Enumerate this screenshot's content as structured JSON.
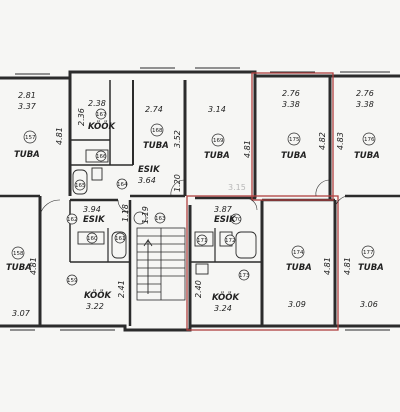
{
  "rooms": {
    "r_top1_dim": "2.81",
    "r_top1_dim2": "3.37",
    "r_top1_side": "4.81",
    "r_top1_name": "TUBA",
    "r_top1_id": "157",
    "r_kitchen1_dim": "2.38",
    "r_kitchen1_side": "2.36",
    "r_kitchen1_id": "167",
    "r_kitchen1_name": "KÖÖK",
    "r_kitchen1_wc": "166",
    "r_kitchen1_bath": "165",
    "r_top3_dim": "2.74",
    "r_top3_side": "3.52",
    "r_top3_name": "TUBA",
    "r_top3_id": "168",
    "r_top4_dim": "3.14",
    "r_top4_side": "4.81",
    "r_top4_name": "TUBA",
    "r_top4_id": "169",
    "r_top5_dim": "2.76",
    "r_top5_dim2": "3.38",
    "r_top5_side": "4.82",
    "r_top5_name": "TUBA",
    "r_top5_id": "175",
    "r_top6_dim": "2.76",
    "r_top6_dim2": "3.38",
    "r_top6_side": "4.83",
    "r_top6_name": "TUBA",
    "r_top6_id": "176",
    "hall1_id": "164",
    "hall1_name": "ESIK",
    "hall1_dim": "3.64",
    "hall1_side": "1.20",
    "r_mid1_dim": "3.94",
    "r_mid1_name": "ESIK",
    "r_mid1_id": "162",
    "r_mid1_side": "1.18",
    "stair_id": "163",
    "stair_side": "1.19",
    "r_mid2_dim": "3.87",
    "r_mid2_name": "ESIK",
    "r_mid2_id": "170",
    "r_bot1_id": "158",
    "r_bot1_name": "TUBA",
    "r_bot1_dim": "3.07",
    "r_bot2_wc": "160",
    "r_bot2_bath": "161",
    "r_bot2_id": "159",
    "r_bot2_name": "KÖÖK",
    "r_bot2_dim": "3.22",
    "r_bot2_side": "2.41",
    "r_bot3_wc": "171",
    "r_bot3_bath": "172",
    "r_bot3_id": "173",
    "r_bot3_name": "KÖÖK",
    "r_bot3_dim": "3.24",
    "r_bot3_side": "2.40",
    "r_bot4_id": "174",
    "r_bot4_name": "TUBA",
    "r_bot4_dim": "3.09",
    "r_bot4_side": "4.81",
    "r_bot5_id": "177",
    "r_bot5_name": "TUBA",
    "r_bot5_dim": "3.06",
    "r_bot5_side": "4.81",
    "left_side_bot": "4.81",
    "pencil_mark": "3.15"
  },
  "colors": {
    "wall": "#2b2b2b",
    "highlight": "#b04040",
    "paper": "#f6f6f4"
  }
}
